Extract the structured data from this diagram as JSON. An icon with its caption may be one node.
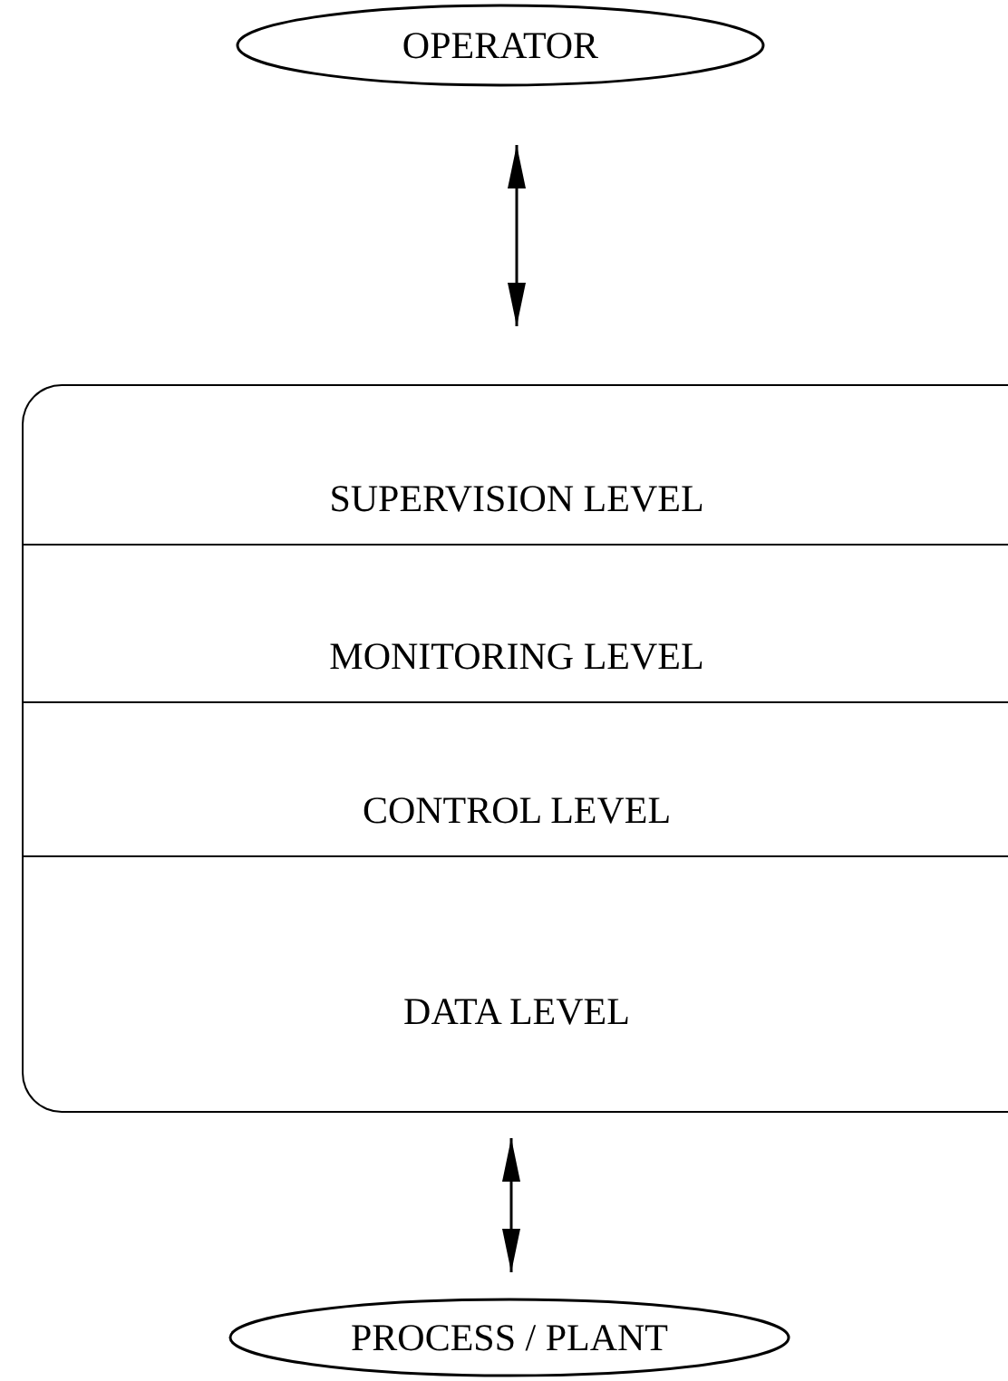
{
  "diagram": {
    "nodes": [
      {
        "text": [
          "OPERATOR"
        ]
      },
      {
        "text": [],
        "shape": "box"
      },
      {
        "text": [
          "SUPERVISION LEVEL"
        ],
        "in": 1
      },
      {
        "text": [
          "MONITORING LEVEL"
        ],
        "in": 1
      },
      {
        "text": [
          "CONTROL LEVEL"
        ],
        "in": 1
      },
      {
        "text": [
          "DATA LEVEL"
        ],
        "in": 1
      },
      {
        "text": [
          "PROCESS / PLANT"
        ]
      }
    ],
    "edges": [
      {
        "from": 0,
        "to": 1,
        "arrow": "both"
      },
      {
        "from": 1,
        "to": 6,
        "arrow": "both"
      }
    ]
  }
}
